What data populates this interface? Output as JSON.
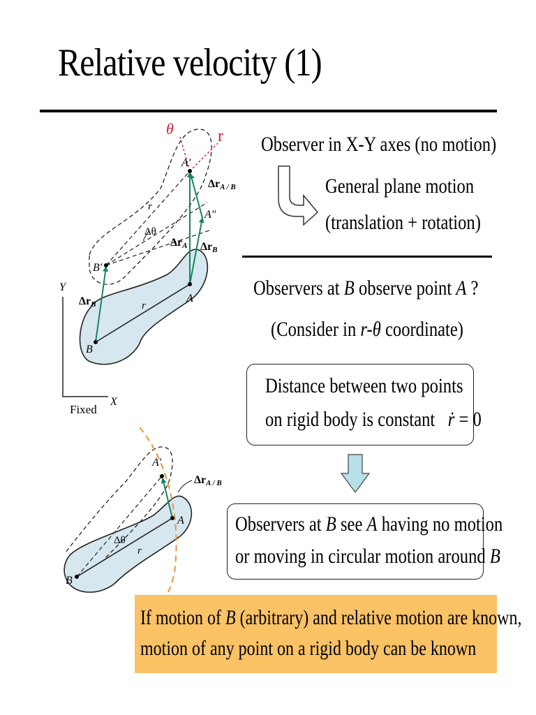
{
  "slide": {
    "title": "Relative velocity (1)",
    "observer_xy": "Observer in X-Y axes (no motion)",
    "general_plane_line1": "General plane motion",
    "general_plane_line2": "(translation + rotation)",
    "observers_b_prefix": "Observers at ",
    "observers_b_B": "B",
    "observers_b_mid": " observe point ",
    "observers_b_A": "A",
    "observers_b_suffix": " ?",
    "consider_prefix": "(Consider in ",
    "consider_coord": "r-θ",
    "consider_suffix": " coordinate)",
    "box1_line1": "Distance between two points",
    "box1_line2": "on rigid body is constant",
    "box1_formula_lhs": "ṙ",
    "box1_formula_rhs": " = 0",
    "box2_line1_a": "Observers at ",
    "box2_line1_B": "B",
    "box2_line1_b": " see ",
    "box2_line1_A": "A",
    "box2_line1_c": " having no motion",
    "box2_line2_a": "or moving in circular motion around ",
    "box2_line2_B": "B",
    "callout_line1_a": "If motion of ",
    "callout_line1_B": "B",
    "callout_line1_b": " (arbitrary) and relative motion are known,",
    "callout_line2": "motion of any point on a rigid body can be known"
  },
  "figure_top": {
    "theta": "θ",
    "r_axis": "r",
    "A_prime": "A′",
    "A_double_prime": "A″",
    "A": "A",
    "B_prime": "B′",
    "B": "B",
    "dr_AB": "Δr",
    "dr_AB_sub": "A / B",
    "dr_A": "Δr",
    "dr_A_sub": "A",
    "dr_B": "Δr",
    "dr_B_sub": "B",
    "dr_B_left": "Δr",
    "dr_B_left_sub": "B",
    "r_upper": "r",
    "r_lower": "r",
    "d_theta": "Δθ",
    "Y": "Y",
    "X": "X",
    "fixed": "Fixed"
  },
  "figure_bottom": {
    "A_prime": "A′",
    "A": "A",
    "B": "B",
    "dr_AB": "Δr",
    "dr_AB_sub": "A / B",
    "d_theta": "Δθ",
    "r": "r"
  },
  "colors": {
    "body_fill": "#d7e7ef",
    "vector_green": "#17855a",
    "theta_red": "#d0202a",
    "arc_orange": "#e2963a",
    "arrow_fill": "#b6dfe8",
    "callout_bg": "#fbc266"
  }
}
